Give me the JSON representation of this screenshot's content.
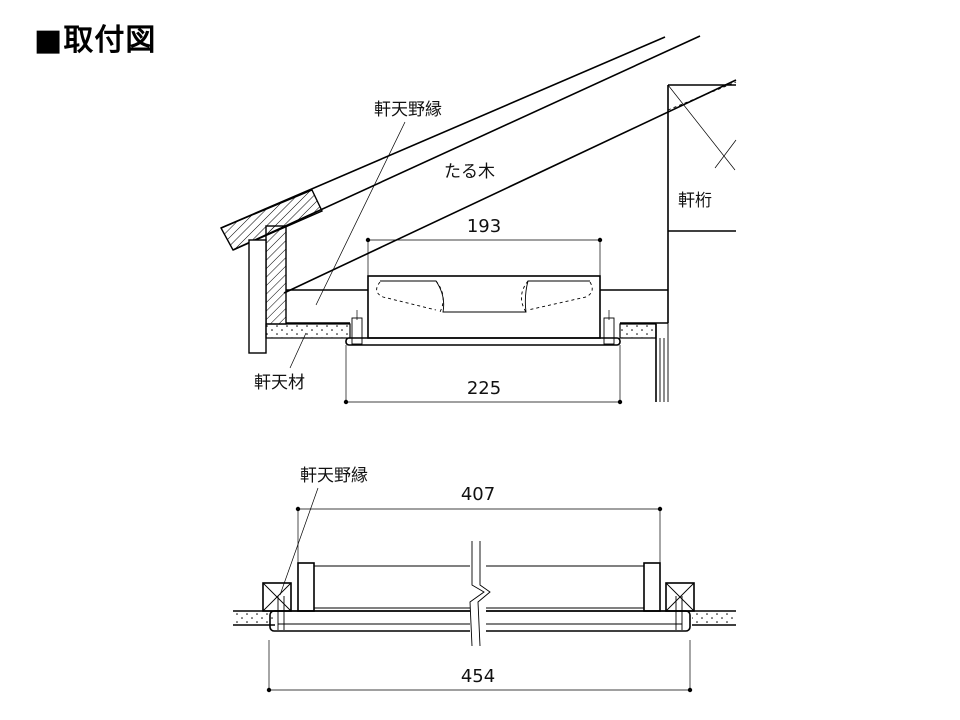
{
  "title": "■取付図",
  "upper": {
    "label_nokiten_noburi": "軒天野縁",
    "label_taruki": "たる木",
    "label_nokigeta": "軒桁",
    "label_nokitenzai": "軒天材",
    "dim_top": "193",
    "dim_bottom": "225"
  },
  "lower": {
    "label_nokiten_noburi": "軒天野縁",
    "dim_top": "407",
    "dim_bottom": "454"
  }
}
